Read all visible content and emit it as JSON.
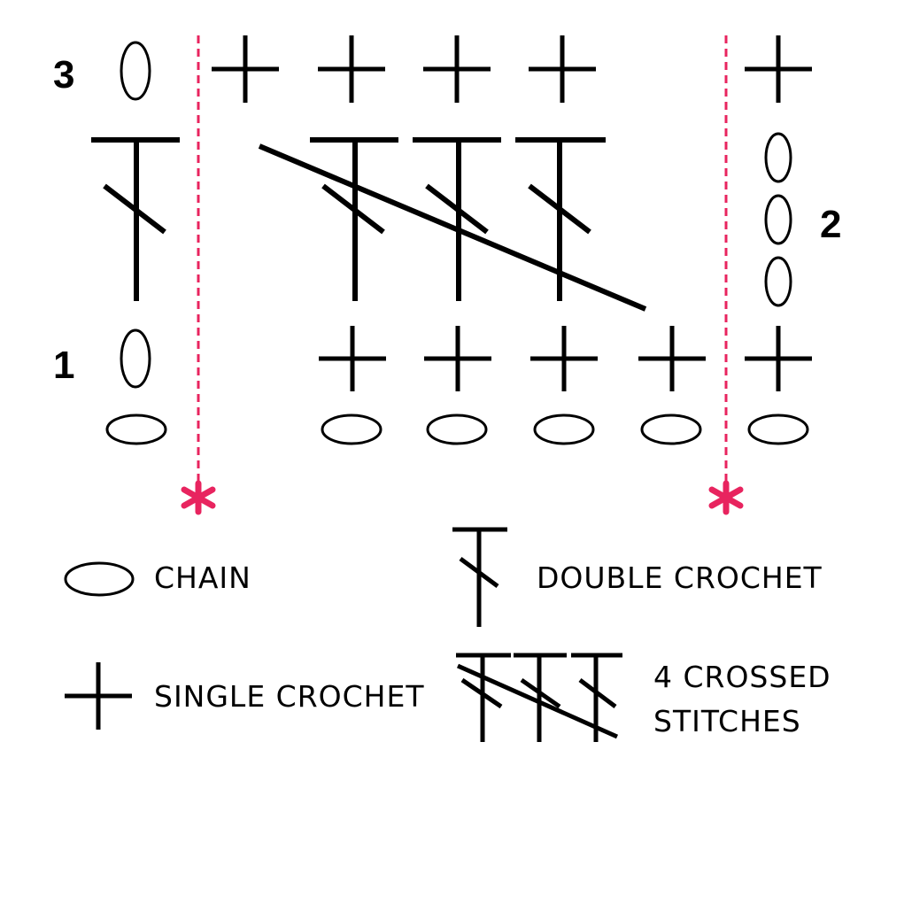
{
  "row_numbers": {
    "row1": "1",
    "row2": "2",
    "row3": "3"
  },
  "legend": {
    "chain": "CHAIN",
    "single_crochet": "SINGLE CROCHET",
    "double_crochet": "DOUBLE CROCHET",
    "crossed_line1": "4 CROSSED",
    "crossed_line2": "STITCHES"
  },
  "colors": {
    "ink": "#000000",
    "repeat_marker": "#e8245f"
  }
}
